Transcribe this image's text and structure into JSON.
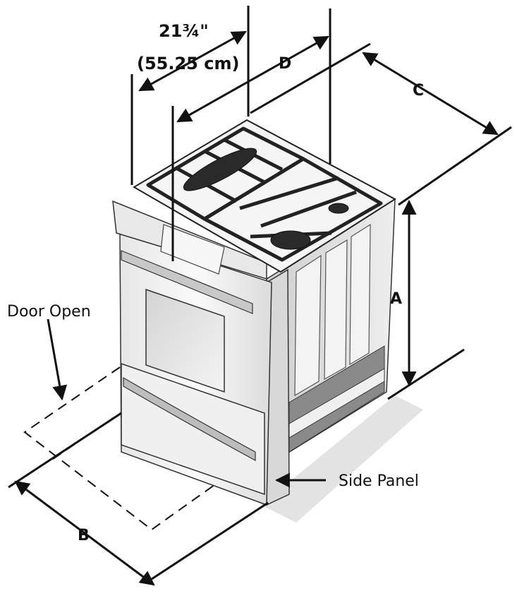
{
  "labels": {
    "width_in": "21¾\"",
    "width_cm": "(55.25 cm)",
    "dim_a": "A",
    "dim_b": "B",
    "dim_c": "C",
    "dim_d": "D",
    "door_open": "Door Open",
    "side_panel": "Side Panel"
  }
}
